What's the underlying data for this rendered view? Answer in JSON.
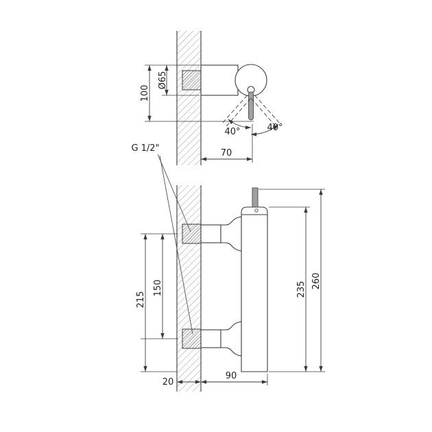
{
  "drawing": {
    "kind": "shower-mixer-installation-drawing",
    "thread_label": "G 1/2\"",
    "top_view": {
      "dim_diameter": "Ø65",
      "dim_height": "100",
      "dim_depth": "70",
      "angle_left": "40°",
      "angle_right": "40°"
    },
    "front_view": {
      "dim_outer_span": "215",
      "dim_center_span": "150",
      "dim_body_height": "235",
      "dim_total_height": "260",
      "dim_wall_thickness": "20",
      "dim_projection": "90"
    },
    "colors": {
      "line": "#3a3a3a",
      "hatch": "#9a9a9a",
      "metal": "#a0a0a0",
      "background": "#ffffff"
    }
  }
}
